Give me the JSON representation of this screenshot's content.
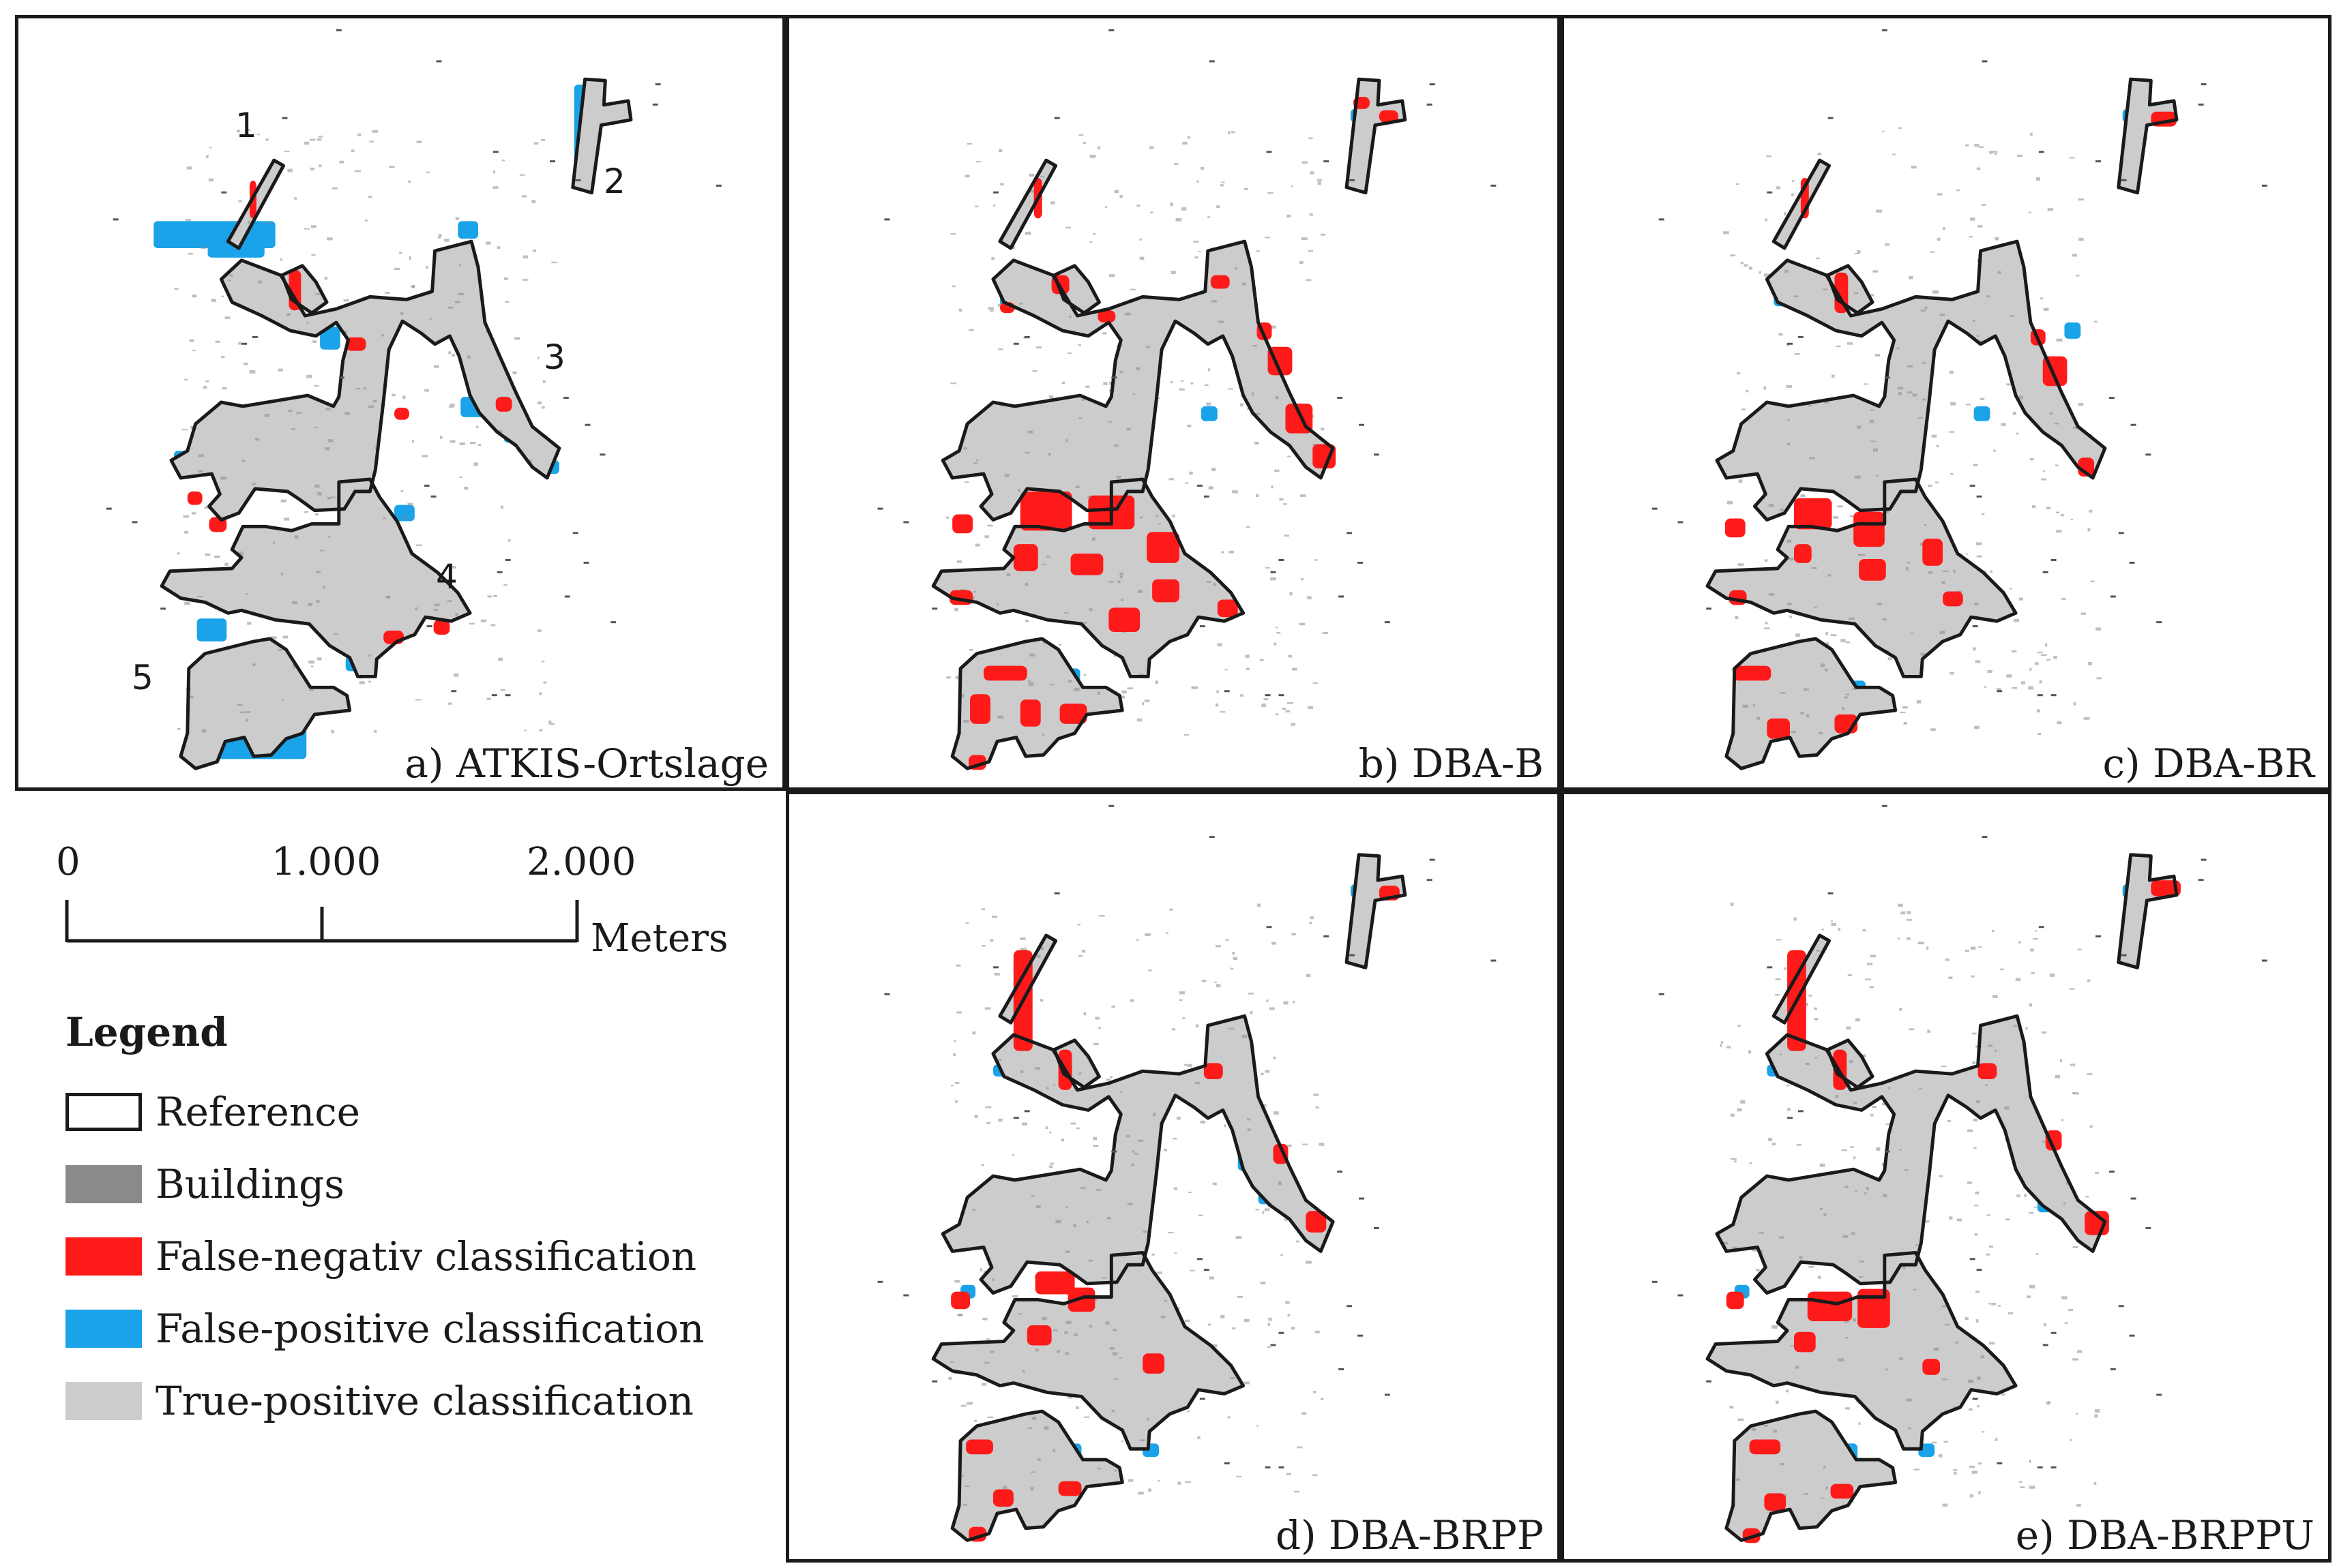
{
  "panels": [
    {
      "id": "a",
      "label": "a) ATKIS-Ortslage"
    },
    {
      "id": "b",
      "label": "b) DBA-B"
    },
    {
      "id": "c",
      "label": "c) DBA-BR"
    },
    {
      "id": "d",
      "label": "d) DBA-BRPP"
    },
    {
      "id": "e",
      "label": "e) DBA-BRPPU"
    }
  ],
  "area_numbers": [
    "1",
    "2",
    "3",
    "4",
    "5"
  ],
  "scale": {
    "ticks": [
      "0",
      "1.000",
      "2.000"
    ],
    "unit": "Meters"
  },
  "legend": {
    "title": "Legend",
    "items": [
      {
        "label": "Reference",
        "color": "#ffffff",
        "border": "#1a1a1a"
      },
      {
        "label": "Buildings",
        "color": "#8a8a8a"
      },
      {
        "label": "False-negativ classification",
        "color": "#ff1a1a"
      },
      {
        "label": "False-positive classification",
        "color": "#1aa3e8"
      },
      {
        "label": "True-positive classification",
        "color": "#cccccc"
      }
    ]
  },
  "colors": {
    "true_positive": "#cccccc",
    "false_negative": "#ff1a1a",
    "false_positive": "#1aa3e8",
    "buildings": "#8a8a8a",
    "outline": "#1a1a1a"
  }
}
